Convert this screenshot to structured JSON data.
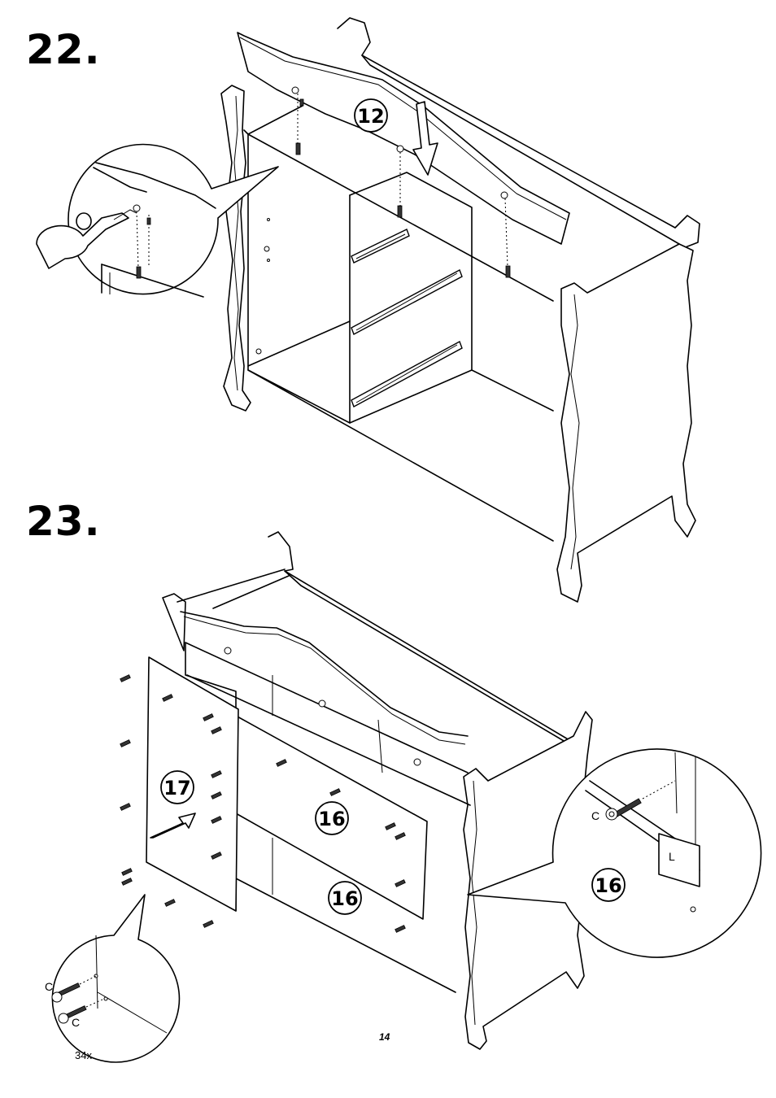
{
  "steps": [
    {
      "number": "22.",
      "part_label": "12"
    },
    {
      "number": "23.",
      "part_labels": [
        "17",
        "16",
        "16",
        "16"
      ]
    }
  ],
  "detail_23_right": {
    "hardware": "C",
    "part": "L",
    "panel": "16"
  },
  "detail_23_left": {
    "hardware_top": "C",
    "hardware_bottom": "C",
    "quantity": "34x"
  },
  "page_number": "14"
}
